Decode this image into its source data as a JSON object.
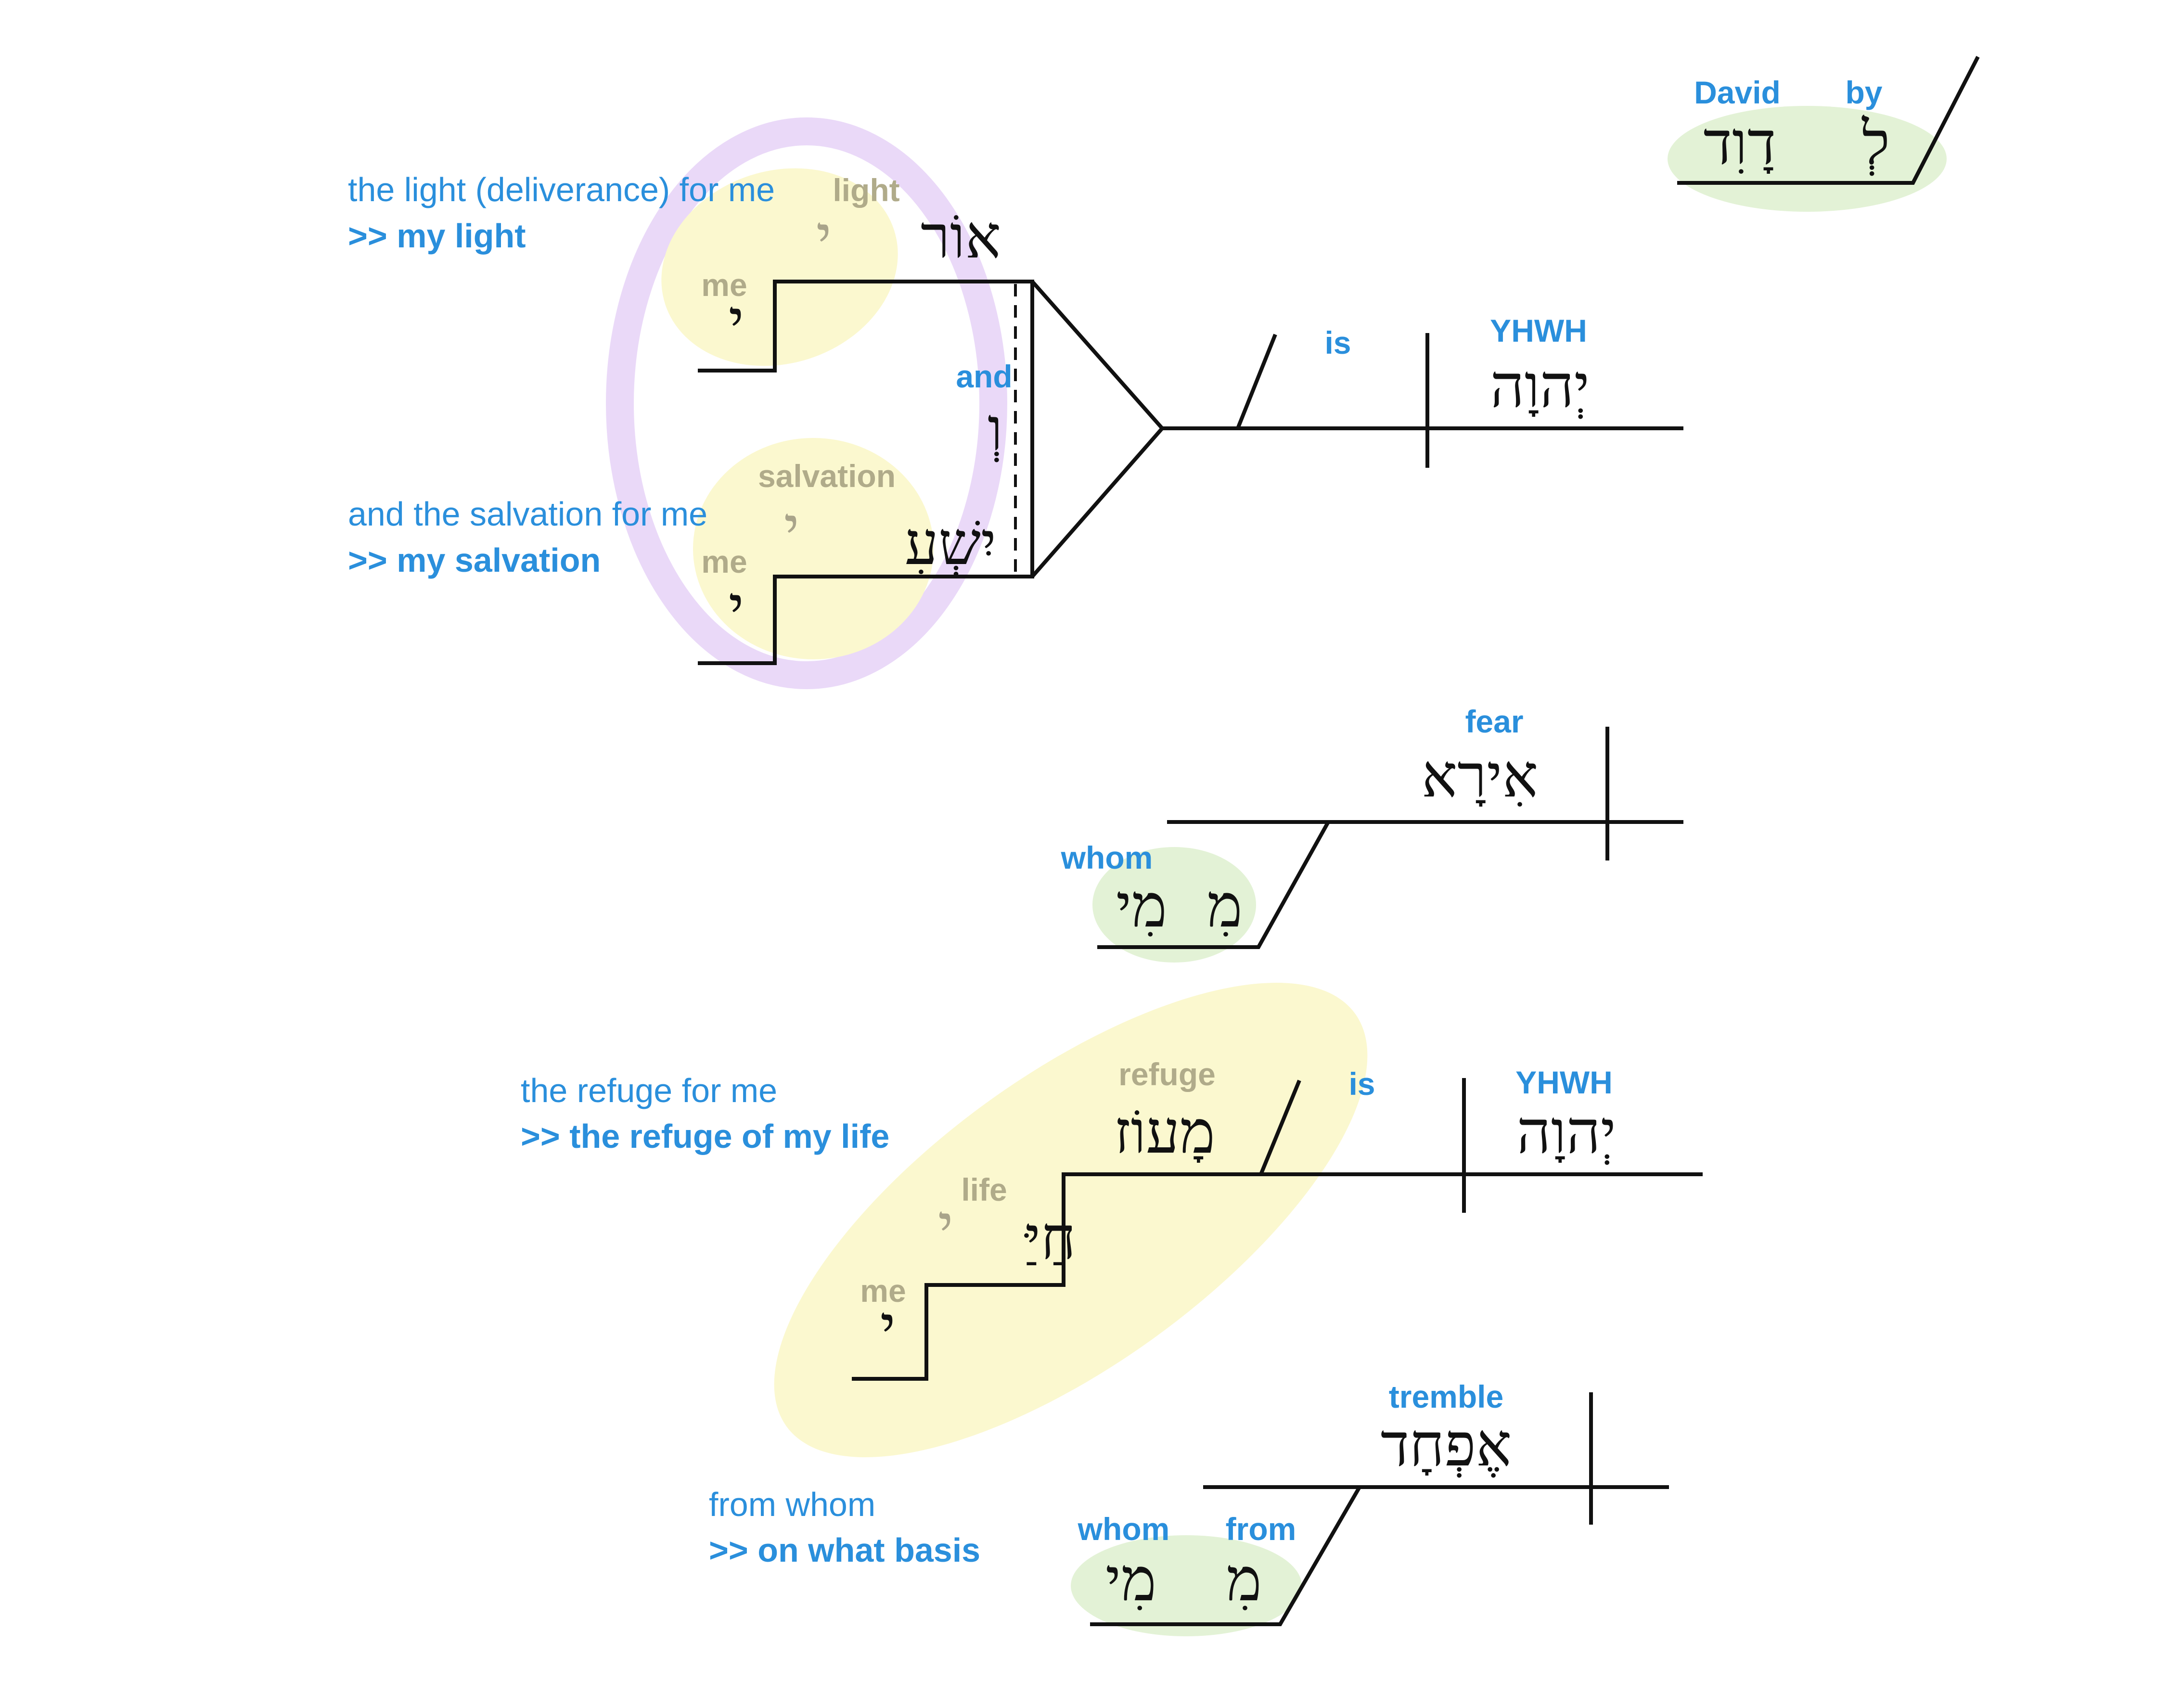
{
  "colors": {
    "gloss_blue": "#2a8fdc",
    "gray_label": "#b0ab8a",
    "green_highlight": "#e3f2d6",
    "yellow_highlight": "#fbf8cf",
    "purple_outline": "#ead9f8",
    "line": "#111111"
  },
  "heading": {
    "by_gloss": "by",
    "david_gloss": "David",
    "lamed": "לְ",
    "david": "דָוִד"
  },
  "clause1": {
    "light_translation": "the light (deliverance) for me",
    "light_paraphrase": ">> my light",
    "light_gloss": "light",
    "light_word": "אוֹר",
    "light_suffix": "י",
    "me1_gloss": "me",
    "me1_word": "י",
    "salvation_translation": "and the salvation for me",
    "salvation_paraphrase": ">> my salvation",
    "salvation_gloss": "salvation",
    "salvation_word": "יִשְׁעִ",
    "salvation_suffix": "י",
    "me2_gloss": "me",
    "me2_word": "י",
    "and_gloss": "and",
    "and_word": "וְ",
    "is_gloss": "is",
    "yhwh_gloss": "YHWH",
    "yhwh_word": "יְהוָה"
  },
  "clause2": {
    "fear_gloss": "fear",
    "fear_word": "אִירָא",
    "whom_gloss": "whom",
    "whom_word": "מִי",
    "mem_word": "מִ"
  },
  "clause3": {
    "refuge_translation": "the refuge for me",
    "refuge_paraphrase": ">> the refuge of my life",
    "refuge_gloss": "refuge",
    "refuge_word": "מָעוֹז",
    "life_gloss": "life",
    "life_word": "חַיַּ",
    "life_suffix": "י",
    "me_gloss": "me",
    "me_word": "י",
    "is_gloss": "is",
    "yhwh_gloss": "YHWH",
    "yhwh_word": "יְהוָה"
  },
  "clause4": {
    "tremble_gloss": "tremble",
    "tremble_word": "אֶפְחָד",
    "from_whom_translation": "from whom",
    "on_what_basis_paraphrase": ">> on what basis",
    "whom_gloss": "whom",
    "from_gloss": "from",
    "whom_word": "מִי",
    "from_word": "מִ"
  }
}
